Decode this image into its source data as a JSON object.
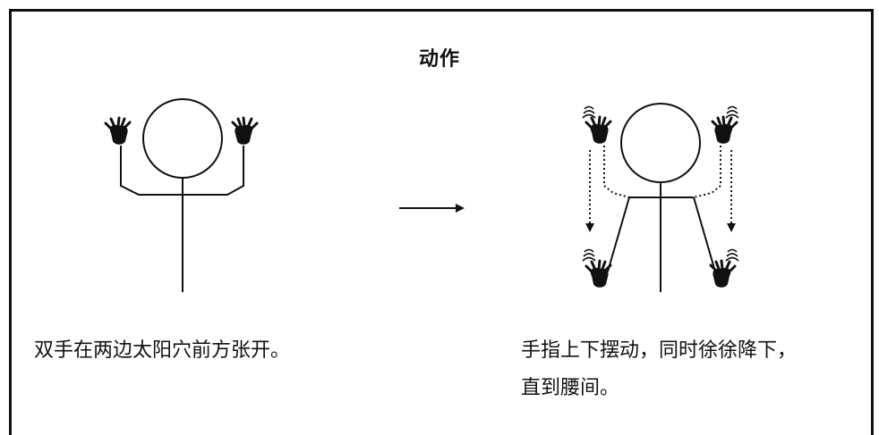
{
  "title": "动作",
  "captions": {
    "left": "双手在两边太阳穴前方张开。",
    "right_line1": "手指上下摆动，同时徐徐降下，",
    "right_line2": "直到腰间。"
  },
  "icons": {
    "hand": "hand-icon",
    "motion": "wiggle-mark-icon",
    "transition": "right-arrow-icon"
  },
  "colors": {
    "line": "#111111",
    "background": "#ffffff"
  }
}
